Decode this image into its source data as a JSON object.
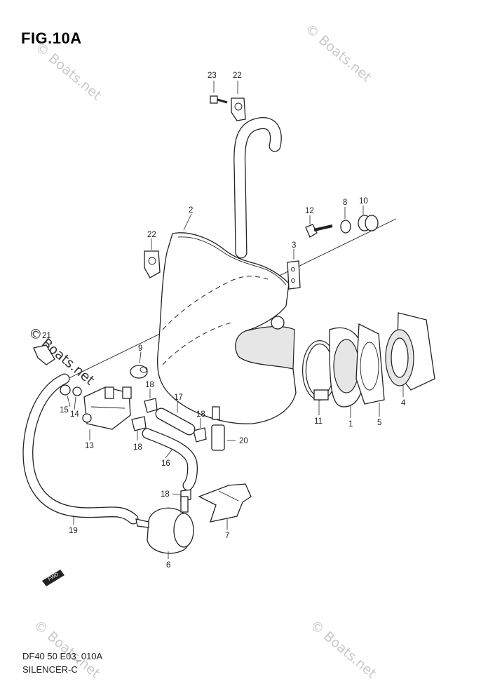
{
  "figure": {
    "title": "FIG.10A",
    "code": "DF40 50 E03_010A",
    "name": "SILENCER-C"
  },
  "watermark": {
    "text": "© Boats.net",
    "color": "#c9c9c9"
  },
  "callouts": {
    "p1": "1",
    "p2": "2",
    "p3": "3",
    "p4": "4",
    "p5": "5",
    "p6": "6",
    "p7": "7",
    "p8": "8",
    "p9": "9",
    "p10": "10",
    "p11": "11",
    "p12": "12",
    "p13": "13",
    "p14": "14",
    "p15": "15",
    "p16": "16",
    "p17": "17",
    "p18a": "18",
    "p18b": "18",
    "p18c": "18",
    "p18d": "18",
    "p19": "19",
    "p20": "20",
    "p21": "21",
    "p22a": "22",
    "p22b": "22",
    "p23": "23"
  },
  "front_arrow": {
    "label": "FWD"
  }
}
